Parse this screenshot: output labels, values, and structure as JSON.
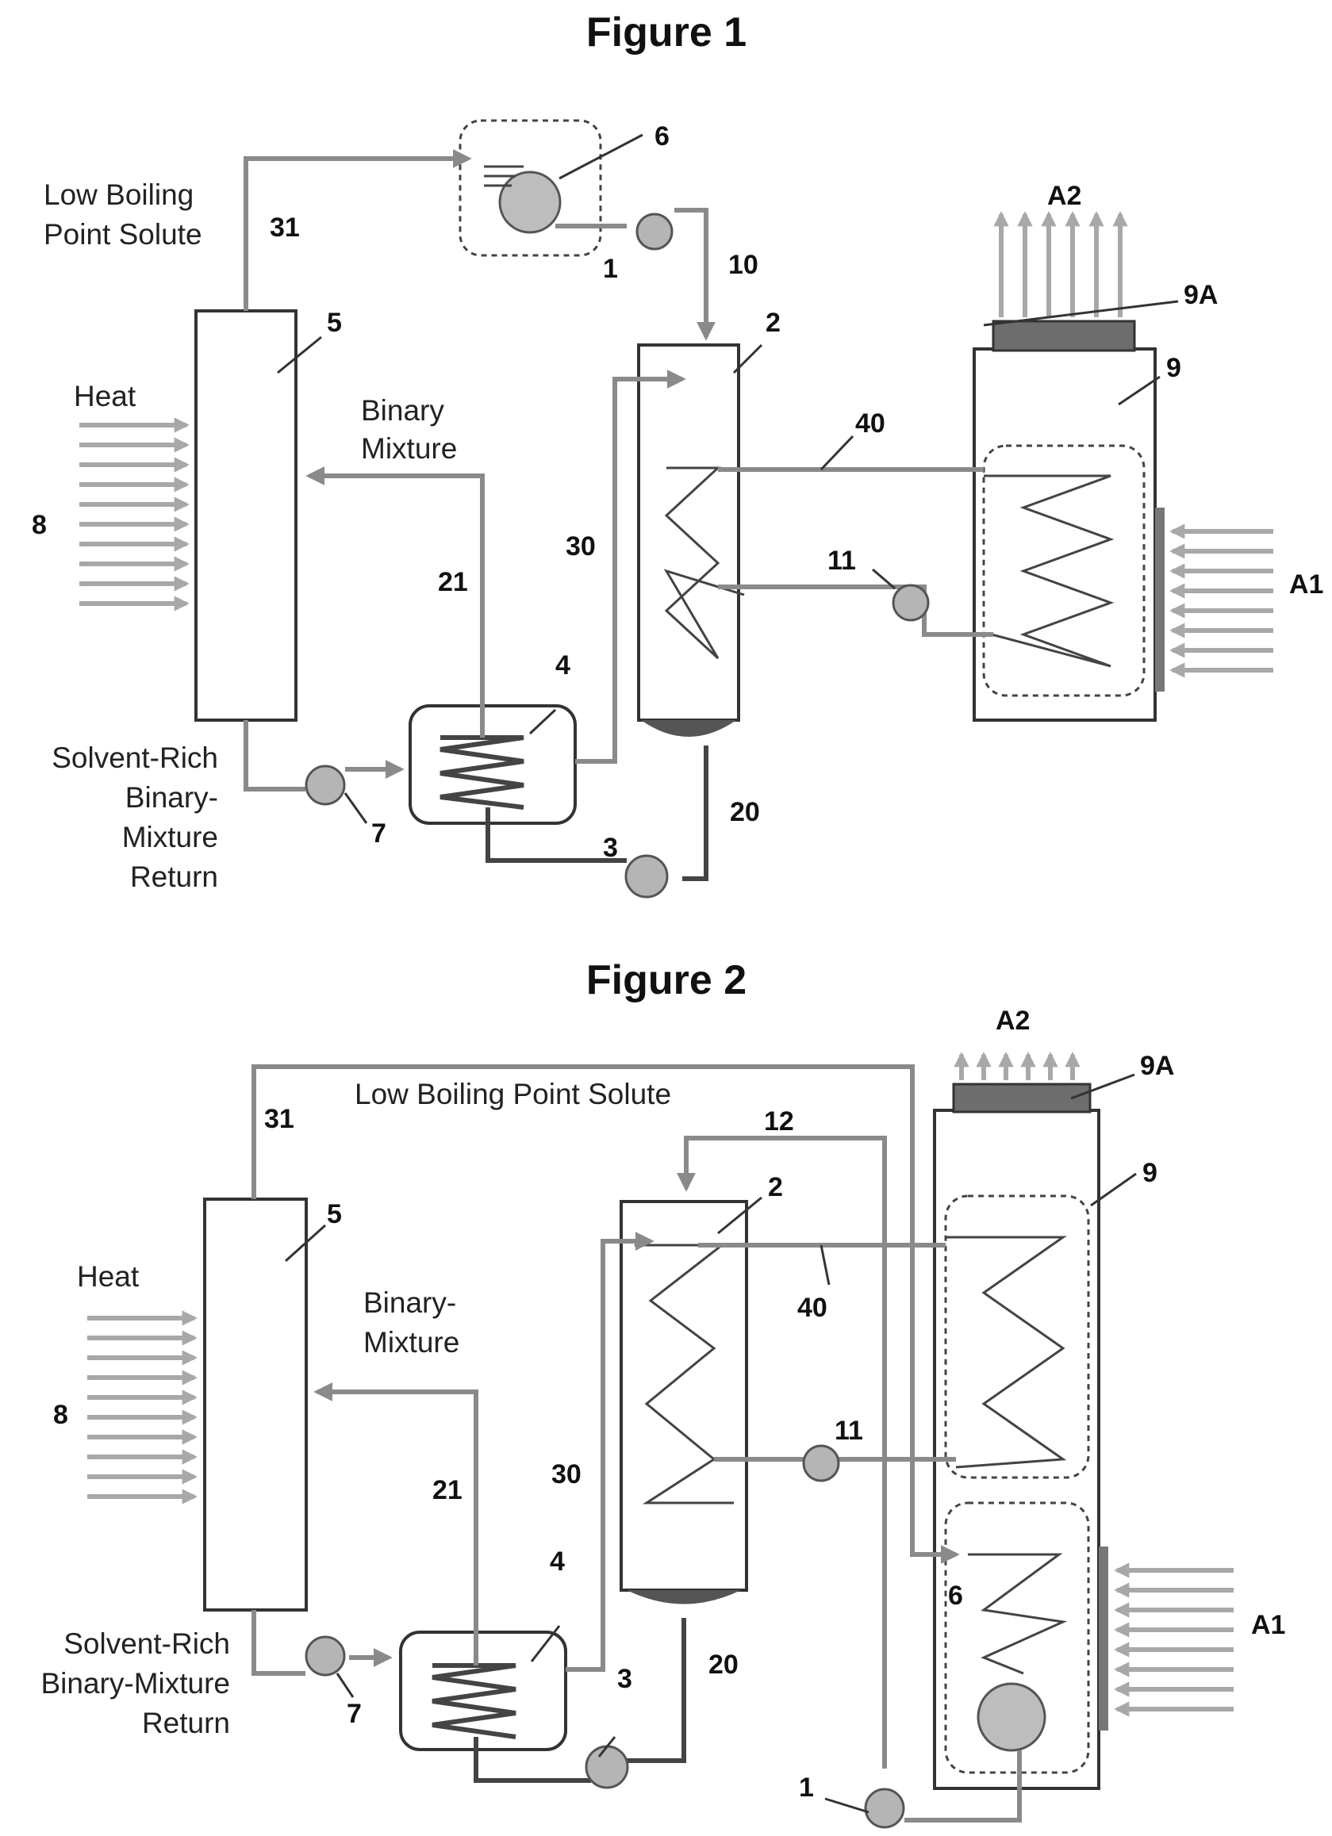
{
  "figures": [
    {
      "title": "Figure 1",
      "labels": {
        "low_boiling_point_solute": [
          "Low Boiling",
          "Point Solute"
        ],
        "heat": "Heat",
        "binary_mixture": [
          "Binary",
          "Mixture"
        ],
        "solvent_rich_return": [
          "Solvent-Rich",
          "Binary-",
          "Mixture",
          "Return"
        ]
      },
      "numbers": {
        "n1": "1",
        "n2": "2",
        "n3": "3",
        "n4": "4",
        "n5": "5",
        "n6": "6",
        "n7": "7",
        "n8": "8",
        "n9": "9",
        "n9a": "9A",
        "n10": "10",
        "n11": "11",
        "n20": "20",
        "n21": "21",
        "n30": "30",
        "n31": "31",
        "n40": "40",
        "a1": "A1",
        "a2": "A2"
      }
    },
    {
      "title": "Figure 2",
      "labels": {
        "low_boiling_point_solute": [
          "Low Boiling Point Solute"
        ],
        "heat": "Heat",
        "binary_mixture": [
          "Binary-",
          "Mixture"
        ],
        "solvent_rich_return": [
          "Solvent-Rich",
          "Binary-Mixture",
          "Return"
        ]
      },
      "numbers": {
        "n1": "1",
        "n2": "2",
        "n3": "3",
        "n4": "4",
        "n5": "5",
        "n6": "6",
        "n7": "7",
        "n8": "8",
        "n9": "9",
        "n9a": "9A",
        "n11": "11",
        "n12": "12",
        "n20": "20",
        "n21": "21",
        "n30": "30",
        "n31": "31",
        "n40": "40",
        "a1": "A1",
        "a2": "A2"
      }
    }
  ]
}
